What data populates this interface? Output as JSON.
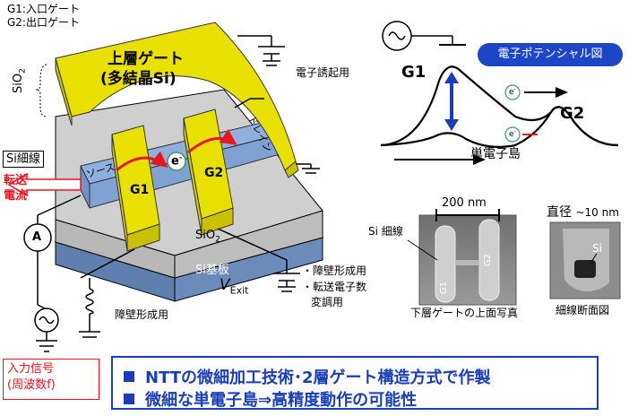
{
  "legend": {
    "line1": "G1:入口ゲート",
    "line2": "G2:出口ゲート"
  },
  "device": {
    "upper_gate_line1": "上層ゲート",
    "upper_gate_line2": "(多結晶Si)",
    "sio2_side": "SiO",
    "sio2_side_sub": "2",
    "si_wire": "Si細線",
    "source": "ソース",
    "drain": "ドレイン",
    "gate1": "G1",
    "gate2": "G2",
    "electron": "e",
    "electron_sup": "-",
    "sio2_base": "SiO",
    "sio2_base_sub": "2",
    "si_substrate": "Si基板",
    "transfer_line1": "転送",
    "transfer_line2": "電流",
    "ammeter": "A",
    "vexit": "V",
    "vexit_sub": "Exit",
    "barrier_bullet": "・障壁形成用",
    "transfer_bullet1": "・転送電子数",
    "transfer_bullet2": "変調用",
    "barrier_label": "障壁形成用",
    "induction_label": "電子誘起用"
  },
  "potential": {
    "title": "電子ポテンシャル図",
    "g1": "G1",
    "g2": "G2",
    "electron": "e",
    "electron_sup": "-",
    "island": "単電子島"
  },
  "sem": {
    "wire_label": "Si 細線",
    "scale": "200 nm",
    "g1": "G1",
    "g2": "G2",
    "caption": "下層ゲートの上面写真"
  },
  "cross": {
    "diameter": "直径",
    "diameter_value": "~10 nm",
    "si": "Si",
    "caption": "細線断面図"
  },
  "input": {
    "line1": "入力信号",
    "line2": "(周波数f)"
  },
  "bullets": [
    "NTTの微細加工技術･2層ゲート構造方式で作製",
    "微細な単電子島⇒高精度動作の可能性"
  ],
  "colors": {
    "gate_yellow": "#e8e000",
    "wire_blue": "#8fb0dc",
    "substrate_blue": "#7a98c6",
    "oxide_gray": "#c8c8c8",
    "accent_red": "#e8141e",
    "accent_blue": "#1a3eb8"
  }
}
